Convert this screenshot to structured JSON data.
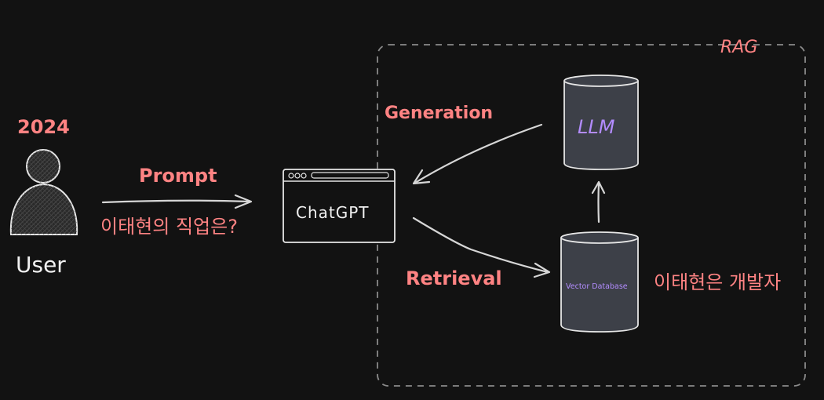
{
  "user": {
    "year": "2024",
    "label": "User"
  },
  "prompt": {
    "label": "Prompt",
    "question": "이태현의 직업은?"
  },
  "app": {
    "label": "ChatGPT"
  },
  "rag": {
    "title": "RAG",
    "generation_label": "Generation",
    "retrieval_label": "Retrieval"
  },
  "llm": {
    "label": "LLM"
  },
  "vector_db": {
    "label": "Vector Database",
    "content": "이태현은 개발자"
  },
  "colors": {
    "background": "#121212",
    "accent": "#ff8383",
    "violet": "#b38cff",
    "cylinder_fill": "#3d4048"
  }
}
